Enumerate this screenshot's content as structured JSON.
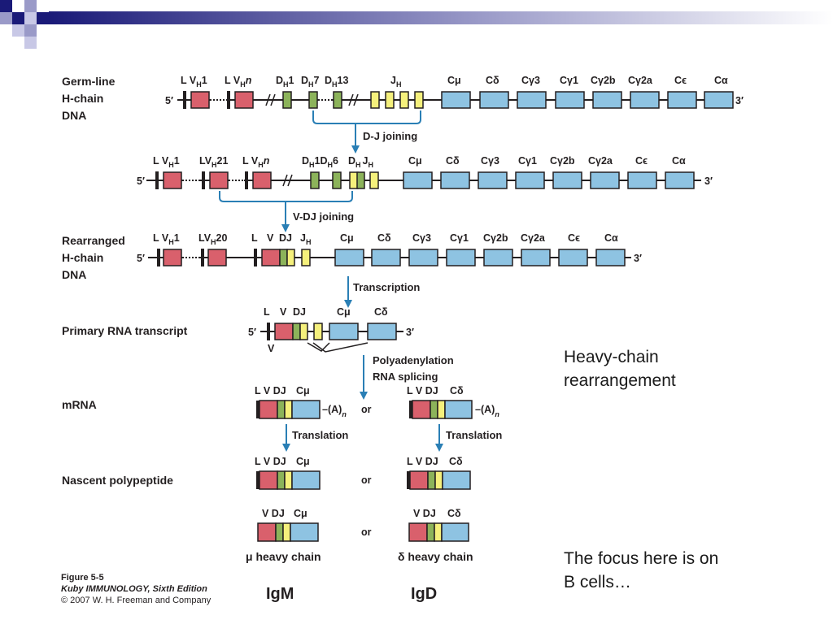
{
  "rows": {
    "germline": [
      "Germ-line",
      "H-chain",
      "DNA"
    ],
    "rearranged": [
      "Rearranged",
      "H-chain",
      "DNA"
    ],
    "primary": "Primary RNA transcript",
    "mrna": "mRNA",
    "nascent": "Nascent polypeptide"
  },
  "steps": {
    "dj": "D-J joining",
    "vdj": "V-DJ joining",
    "transcription": "Transcription",
    "polyA": "Polyadenylation",
    "splicing": "RNA splicing",
    "translation": "Translation"
  },
  "labels": {
    "L_VH1": "L V",
    "H": "H",
    "one": "1",
    "n": "n",
    "LVH21": "LV",
    "twentyone": "21",
    "LVH20": "LV",
    "twenty": "20",
    "D": "D",
    "D1": "1",
    "D7": "7",
    "D13": "13",
    "D6": "6",
    "J": "J",
    "L": "L",
    "V": "V",
    "DJ": "DJ",
    "VDJ": "V DJ",
    "LVDJ": "L V DJ",
    "C": "C",
    "mu": "μ",
    "delta": "δ",
    "gamma3": "γ3",
    "gamma1": "γ1",
    "gamma2b": "γ2b",
    "gamma2a": "γ2a",
    "epsilon": "ϵ",
    "alpha": "α",
    "five": "5′",
    "three": "3′",
    "polyAtail": "–(A)",
    "or": "or"
  },
  "chains": {
    "mu": "μ heavy chain",
    "delta": "δ heavy chain"
  },
  "isotypes": {
    "igm": "IgM",
    "igd": "IgD"
  },
  "side_text": {
    "title_line1": "Heavy-chain",
    "title_line2": "rearrangement",
    "focus_line1": "The focus here is on",
    "focus_line2": "B cells…"
  },
  "figure_credit": {
    "fig": "Figure 5-5",
    "source": "Kuby IMMUNOLOGY, Sixth Edition",
    "copyright": "© 2007 W. H. Freeman and Company"
  },
  "colors": {
    "leader_v": "#d9606c",
    "d_segment": "#8cb35a",
    "j_segment": "#f5f07c",
    "constant": "#8ec3e2",
    "arrow": "#2a7fb5"
  }
}
